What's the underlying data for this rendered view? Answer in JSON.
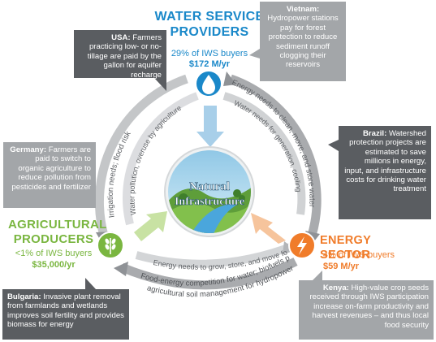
{
  "colors": {
    "water": "#1a88c9",
    "agri": "#7ab640",
    "energy": "#f07c2a",
    "box_dark": "#5a5d61",
    "box_mid": "#888b8f",
    "ring": "#b3b5b8",
    "ring_text": "#5f6266"
  },
  "sectors": {
    "water": {
      "title_line1": "WATER SERVICE",
      "title_line2": "PROVIDERS",
      "share": "29% of IWS buyers",
      "value": "$172 M/yr",
      "icon": "water-drop-icon"
    },
    "agri": {
      "title_line1": "AGRICULTURAL",
      "title_line2": "PRODUCERS",
      "share": "<1% of IWS buyers",
      "value": "$35,000/yr",
      "icon": "wheat-icon"
    },
    "energy": {
      "title": "ENERGY SECTOR",
      "share": "4% of IWS buyers",
      "value": "$59 M/yr",
      "icon": "lightning-bolt-icon"
    }
  },
  "center": {
    "line1": "Natural",
    "line2": "Infrastructure"
  },
  "flows": {
    "irrigation": "Irrigation needs; flood risk",
    "pollution": "Water pollution, overuse by agriculture",
    "energy_water": "Energy needs to clean, move, and store water",
    "water_energy": "Water needs for generation, cooling",
    "energy_food": "Energy needs to grow, store, and move food",
    "food_energy_1": "Food-energy competition for water; biofuels production;",
    "food_energy_2": "agricultural soil management for hydropower"
  },
  "boxes": {
    "usa": {
      "country": "USA:",
      "text": " Farmers practicing low- or no-tillage are paid by the gallon for aquifer recharge"
    },
    "vietnam": {
      "country": "Vietnam:",
      "text": " Hydropower stations pay for forest protection to reduce sediment runoff clogging their reservoirs"
    },
    "germany": {
      "country": "Germany:",
      "text": " Farmers are paid to switch to organic agriculture to reduce pollution from pesticides and fertilizer"
    },
    "brazil": {
      "country": "Brazil:",
      "text": " Watershed protection projects are estimated to save millions in energy, input, and infrastructure costs for drinking water treatment"
    },
    "bulgaria": {
      "country": "Bulgaria:",
      "text": " Invasive plant removal from farmlands and wetlands improves soil fertility and provides biomass for energy"
    },
    "kenya": {
      "country": "Kenya:",
      "text": " High-value crop seeds received through IWS participation increase on-farm productivity and harvest revenues – and thus local food security"
    }
  }
}
